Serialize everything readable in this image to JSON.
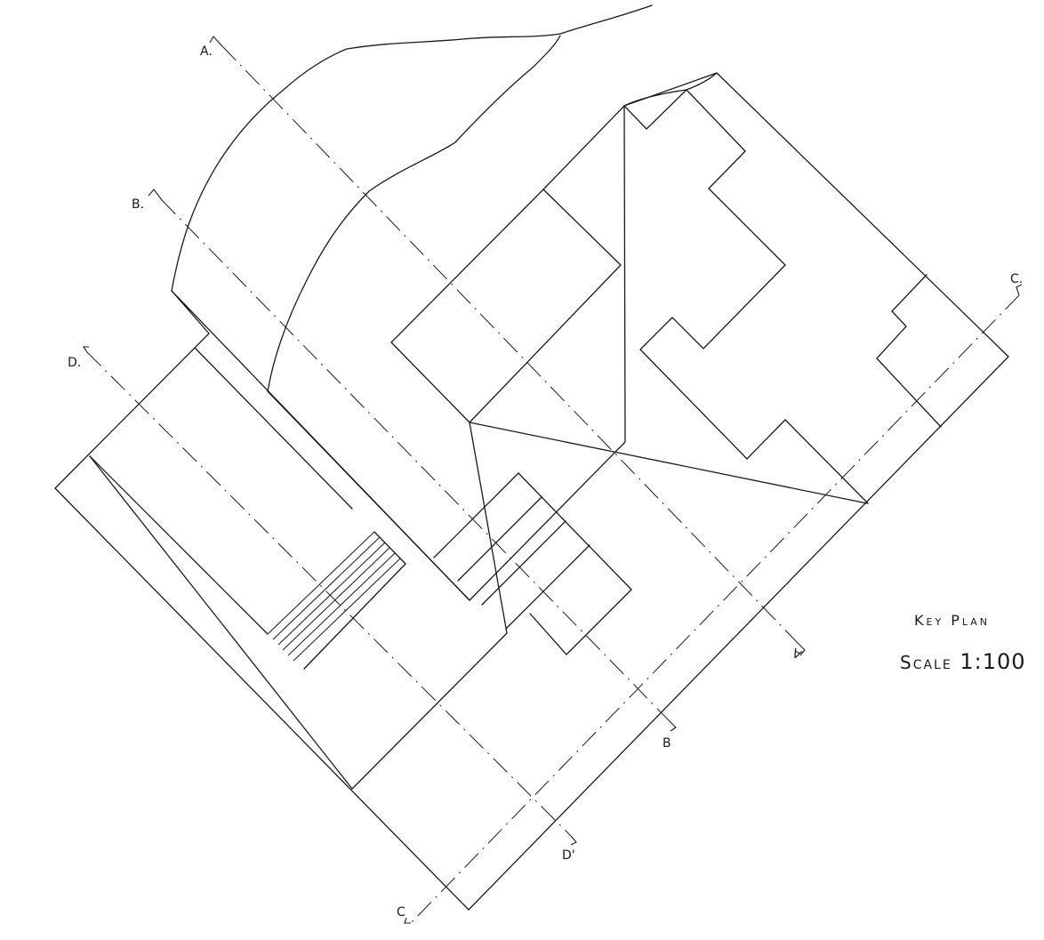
{
  "drawing": {
    "title": "Key Plan",
    "scale_label": "Scale",
    "scale_value": "1:100"
  },
  "section_marks": [
    {
      "id": "A",
      "label": "A."
    },
    {
      "id": "A2",
      "label": "A"
    },
    {
      "id": "B",
      "label": "B."
    },
    {
      "id": "B2",
      "label": "B"
    },
    {
      "id": "C",
      "label": "C."
    },
    {
      "id": "C2",
      "label": "C"
    },
    {
      "id": "D",
      "label": "D."
    },
    {
      "id": "D2",
      "label": "D'"
    }
  ]
}
